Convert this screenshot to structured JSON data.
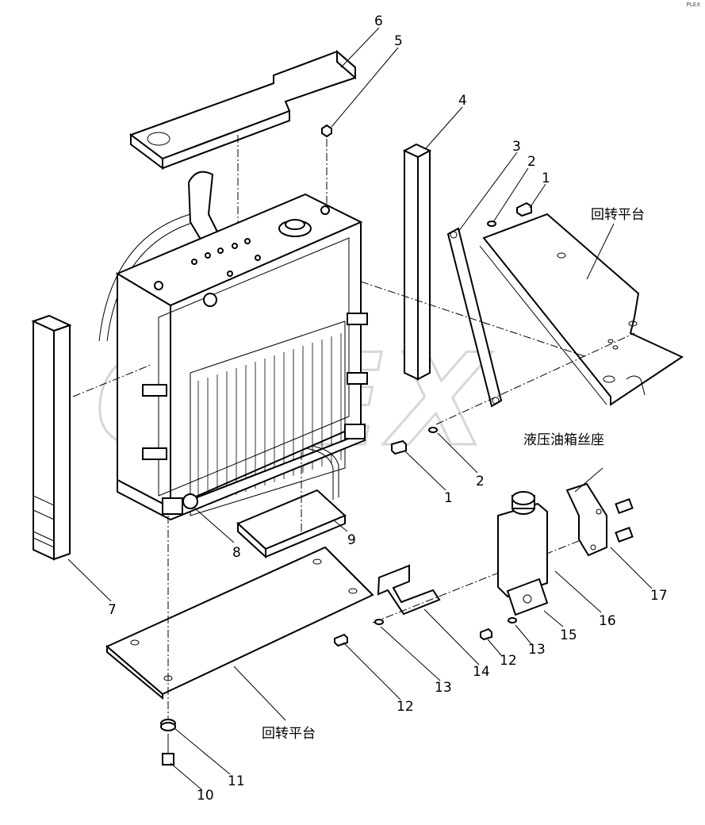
{
  "corner_mark": "PLEX",
  "watermark": "OLEX",
  "callouts": [
    "6",
    "5",
    "4",
    "3",
    "2",
    "1",
    "1",
    "2",
    "7",
    "8",
    "9",
    "10",
    "11",
    "12",
    "13",
    "14",
    "12",
    "13",
    "15",
    "16",
    "17"
  ],
  "labels": {
    "platform_top": "回转平台",
    "platform_bottom": "回转平台",
    "tank_seat": "液压油箱丝座"
  }
}
